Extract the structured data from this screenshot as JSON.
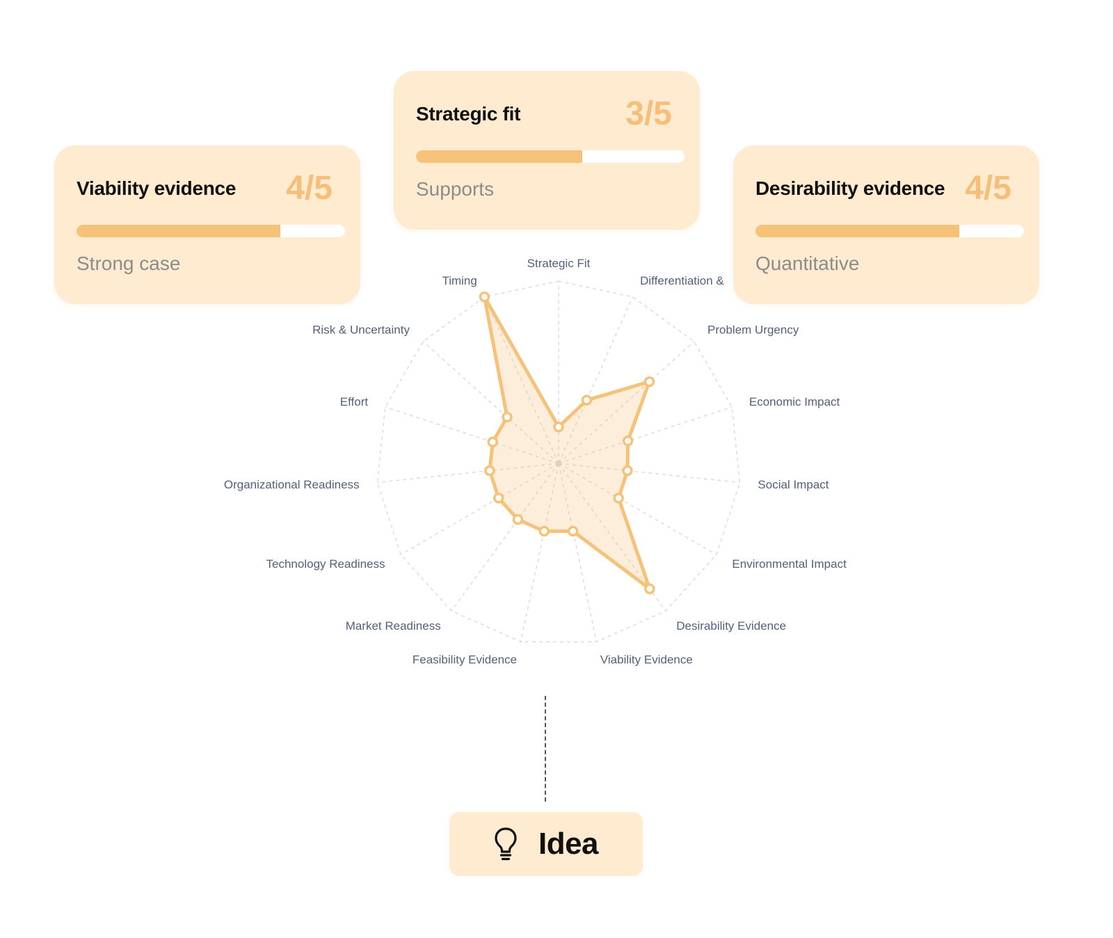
{
  "cards": {
    "viability": {
      "title": "Viability evidence",
      "score": "4/5",
      "caption": "Strong case",
      "progress": 0.76
    },
    "strategic": {
      "title": "Strategic fit",
      "score": "3/5",
      "caption": "Supports",
      "progress": 0.62
    },
    "desirability": {
      "title": "Desirability evidence",
      "score": "4/5",
      "caption": "Quantitative",
      "progress": 0.76
    }
  },
  "idea": {
    "label": "Idea",
    "icon": "lightbulb-icon"
  },
  "colors": {
    "accent": "#F6C27A",
    "card_bg": "#FEEBD0",
    "score": "#F6BE78",
    "label": "#52607A",
    "grid": "#DCDCDC"
  },
  "chart_data": {
    "type": "radar",
    "axes": [
      "Strategic Fit",
      "Differentiation &",
      "Problem Urgency",
      "Economic Impact",
      "Social Impact",
      "Environmental Impact",
      "Desirability Evidence",
      "Viability Evidence",
      "Feasibility Evidence",
      "Market Readiness",
      "Technology Readiness",
      "Organizational Readiness",
      "Effort",
      "Risk & Uncertainty",
      "Timing"
    ],
    "values": [
      0.2,
      0.38,
      0.67,
      0.4,
      0.38,
      0.38,
      0.85,
      0.38,
      0.38,
      0.38,
      0.38,
      0.38,
      0.38,
      0.38,
      1.0
    ],
    "range": [
      0,
      1
    ],
    "grid": true
  }
}
